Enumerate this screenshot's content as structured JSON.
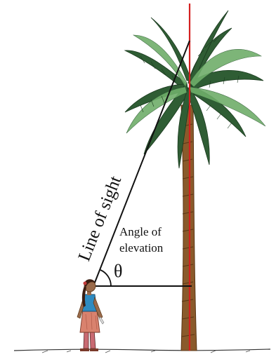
{
  "labels": {
    "line_of_sight": "Line of sight",
    "angle_of_elevation_line1": "Angle of",
    "angle_of_elevation_line2": "elevation",
    "theta": "θ"
  },
  "colors": {
    "sight_line": "#111111",
    "tree_height_line": "#d42020",
    "trunk": "#8a5a2b",
    "trunk_dark": "#5a3615",
    "frond_dark": "#2f5d34",
    "frond_light": "#6fae6a",
    "girl_skirt": "#d9826e",
    "girl_top": "#2f8bc0",
    "girl_hair": "#3a1e12",
    "ground": "#333333"
  },
  "icons": {
    "tree": "palm-tree-icon",
    "observer": "girl-observer-icon"
  }
}
